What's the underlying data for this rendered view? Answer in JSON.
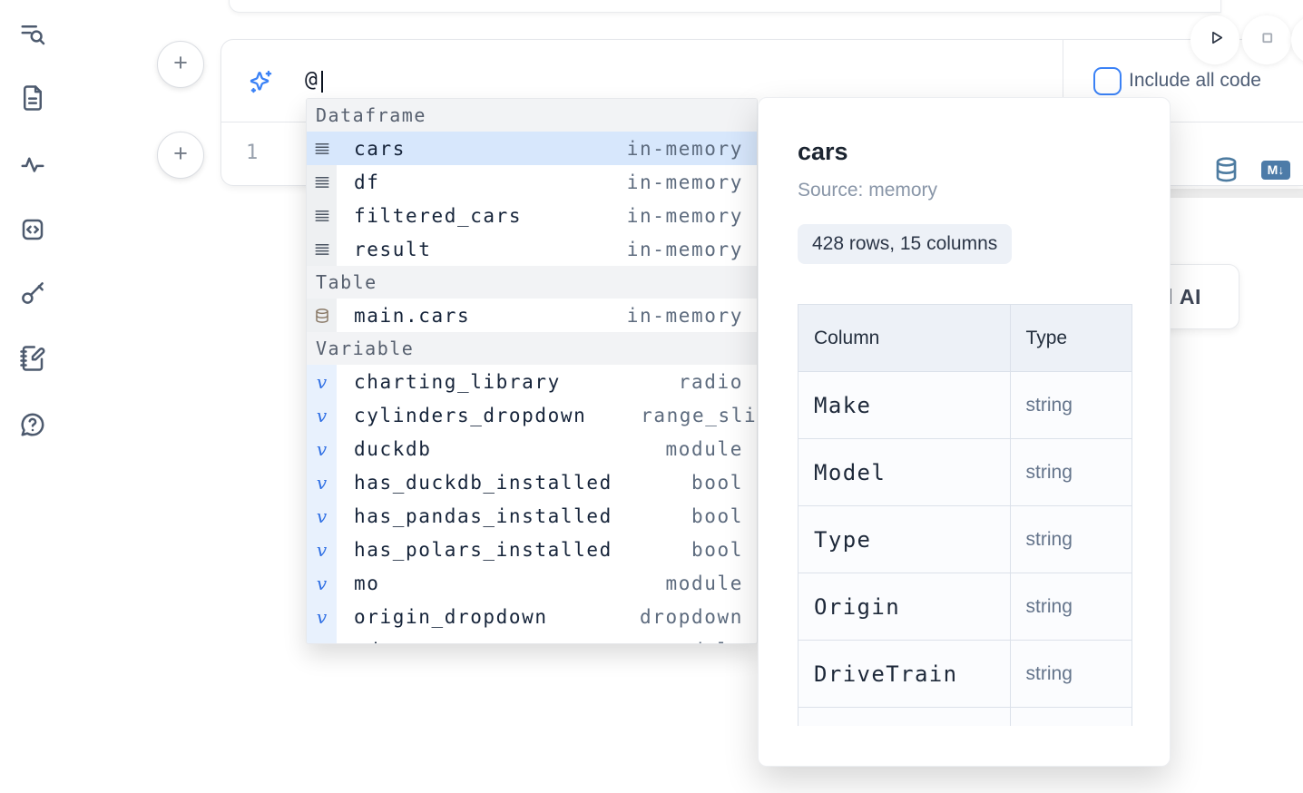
{
  "colors": {
    "accent_blue": "#3b82f6",
    "steel_blue": "#4d7ba8",
    "selection_bg": "#d7e7fc",
    "table_icon_brown": "#8a7a68"
  },
  "sidebar": {
    "icons": [
      "list-search",
      "file-text",
      "activity",
      "code-square",
      "key",
      "notebook-pen",
      "help-bubble"
    ]
  },
  "run_controls": {
    "play_icon": "play",
    "stop_icon": "stop"
  },
  "prompt": {
    "sparkle_icon": "sparkles",
    "value": "@"
  },
  "include_checkbox": {
    "label": "Include all code",
    "checked": false
  },
  "editor": {
    "line_number": "1"
  },
  "cell_toolbar": {
    "database_icon": "database",
    "markdown_label": "M↓"
  },
  "ai_card": {
    "partial_text": "l",
    "label": "AI"
  },
  "autocomplete": {
    "sections": [
      {
        "header": "Dataframe",
        "icon": "rows-icon",
        "gutter": "gray",
        "items": [
          {
            "name": "cars",
            "type": "in-memory",
            "selected": true
          },
          {
            "name": "df",
            "type": "in-memory"
          },
          {
            "name": "filtered_cars",
            "type": "in-memory"
          },
          {
            "name": "result",
            "type": "in-memory"
          }
        ]
      },
      {
        "header": "Table",
        "icon": "database-icon",
        "gutter": "gray",
        "items": [
          {
            "name": "main.cars",
            "type": "in-memory"
          }
        ]
      },
      {
        "header": "Variable",
        "icon": "variable-icon",
        "gutter": "blue",
        "items": [
          {
            "name": "charting_library",
            "type": "radio"
          },
          {
            "name": "cylinders_dropdown",
            "type": "range_slider",
            "overflow": true
          },
          {
            "name": "duckdb",
            "type": "module"
          },
          {
            "name": "has_duckdb_installed",
            "type": "bool"
          },
          {
            "name": "has_pandas_installed",
            "type": "bool"
          },
          {
            "name": "has_polars_installed",
            "type": "bool"
          },
          {
            "name": "mo",
            "type": "module"
          },
          {
            "name": "origin_dropdown",
            "type": "dropdown"
          },
          {
            "name": "pd",
            "type": "module",
            "partial": true
          }
        ]
      }
    ]
  },
  "popup": {
    "title": "cars",
    "source": "Source: memory",
    "badge": "428 rows, 15 columns",
    "table": {
      "headers": [
        "Column",
        "Type"
      ],
      "rows": [
        [
          "Make",
          "string"
        ],
        [
          "Model",
          "string"
        ],
        [
          "Type",
          "string"
        ],
        [
          "Origin",
          "string"
        ],
        [
          "DriveTrain",
          "string"
        ]
      ],
      "partial_row": true
    }
  }
}
